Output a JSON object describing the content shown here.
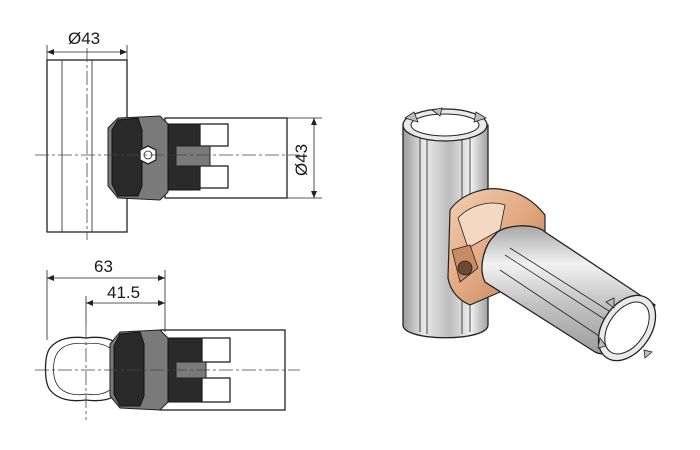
{
  "dimensions": {
    "top_diameter": "Ø43",
    "side_diameter": "Ø43",
    "overall_length": "63",
    "offset_length": "41.5"
  },
  "colors": {
    "line": "#222222",
    "joint_copper": "#e6b48f",
    "joint_shadow": "#c98c62",
    "tube_gray": "#cfcfcf"
  }
}
